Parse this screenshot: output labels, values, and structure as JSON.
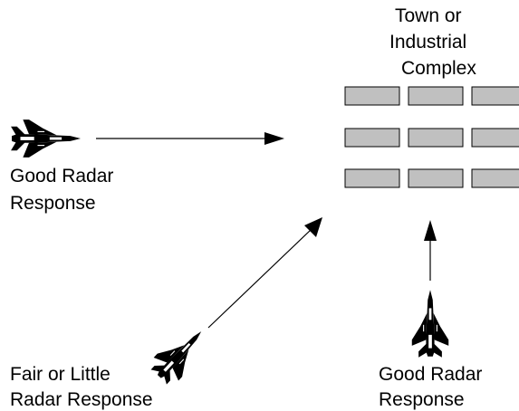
{
  "labels": {
    "target_line1": "Town or",
    "target_line2": "Industrial",
    "target_line3": "Complex",
    "left_line1": "Good Radar",
    "left_line2": "Response",
    "bottom_left_line1": "Fair or Little",
    "bottom_left_line2": "Radar Response",
    "bottom_right_line1": "Good Radar",
    "bottom_right_line2": "Response"
  },
  "colors": {
    "building_fill": "#c0c0c0",
    "aircraft": "#000000"
  },
  "icons": {
    "aircraft": "jet-fighter-icon",
    "building": "building-block"
  }
}
